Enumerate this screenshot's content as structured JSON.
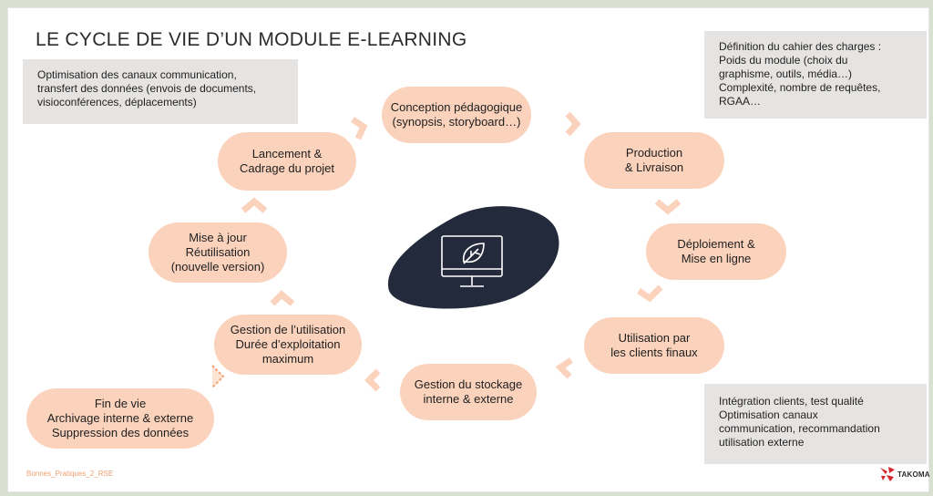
{
  "title": "LE CYCLE DE VIE D’UN MODULE E-LEARNING",
  "notes": {
    "top_left": [
      "Optimisation des canaux communication,",
      "transfert des données (envois de documents,",
      "visioconférences, déplacements)"
    ],
    "top_right": [
      "Définition du cahier des charges :",
      "Poids du module (choix du",
      "graphisme, outils, média…)",
      "Complexité, nombre de requêtes,",
      "RGAA…"
    ],
    "bottom_right": [
      "Intégration clients, test qualité",
      "Optimisation canaux",
      "communication, recommandation",
      "utilisation externe"
    ]
  },
  "stages": {
    "conception": [
      "Conception pédagogique",
      "(synopsis, storyboard…)"
    ],
    "production": [
      "Production",
      "& Livraison"
    ],
    "deploiement": [
      "Déploiement &",
      "Mise en ligne"
    ],
    "utilisation": [
      "Utilisation par",
      "les clients finaux"
    ],
    "stockage": [
      "Gestion du stockage",
      "interne & externe"
    ],
    "gestion": [
      "Gestion de l’utilisation",
      "Durée d’exploitation",
      "maximum"
    ],
    "fin_vie": [
      "Fin de vie",
      "Archivage interne & externe",
      "Suppression des données"
    ],
    "mise_a_jour": [
      "Mise à jour",
      "Réutilisation",
      "(nouvelle version)"
    ],
    "lancement": [
      "Lancement &",
      "Cadrage du projet"
    ]
  },
  "center_icon": "monitor-leaf-icon",
  "footer": {
    "source": "Bonnes_Pratiques_2_RSE",
    "logo_text": "TAKOMA"
  },
  "colors": {
    "pill": "#fbd3bd",
    "arrow": "#fbd3bd",
    "note_bg": "#e6e4e2",
    "center_blob": "#232a3b",
    "footer_text": "#f0a070",
    "logo_red": "#d8262e"
  }
}
